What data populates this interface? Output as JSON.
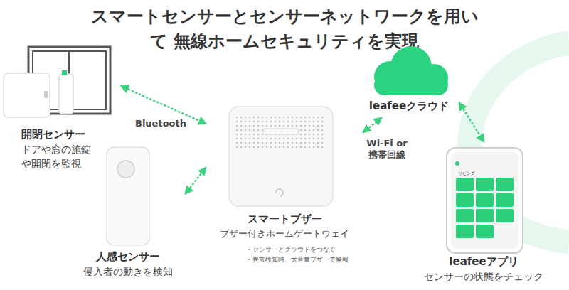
{
  "diagram": {
    "title": "スマートセンサーとセンサーネットワークを用いて 無線ホームセキュリティを実現",
    "nodes": [
      {
        "text": [
          "開閉センサー",
          "ドアや窓の施錠 や開閉を監視"
        ]
      },
      {
        "text": [
          "人感センサー",
          "侵入者の動きを検知"
        ]
      },
      {
        "text": [
          "スマートブザー",
          "ブザー付きホームゲートウェイ",
          "- センサーとクラウドをつなぐ",
          "- 異常検知時、大音量ブザーで警報"
        ]
      },
      {
        "text": [
          "leafeeクラウド"
        ]
      },
      {
        "text": [
          "leafeeアプリ",
          "センサーの状態をチェック"
        ]
      }
    ],
    "edges": [
      {
        "from": 0,
        "to": 2,
        "label": "Bluetooth",
        "arrow": "both"
      },
      {
        "from": 1,
        "to": 2,
        "arrow": "both"
      },
      {
        "from": 2,
        "to": 3,
        "label": "Wi-Fi or 携帯回線",
        "arrow": "both"
      },
      {
        "from": 3,
        "to": 4,
        "arrow": "both"
      }
    ],
    "labels": [
      "リビング"
    ]
  }
}
